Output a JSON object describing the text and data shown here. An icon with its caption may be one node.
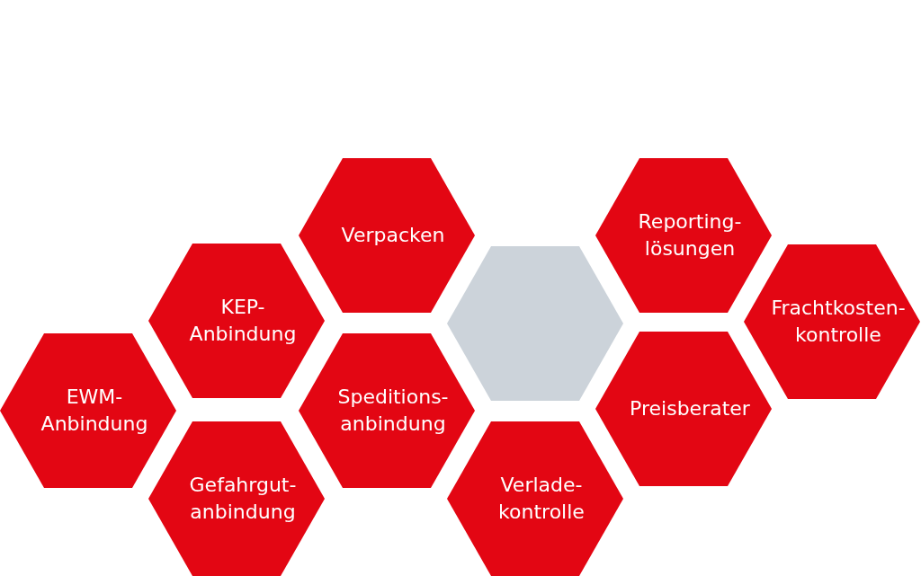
{
  "diagram": {
    "nodes": [
      {
        "text": [
          "EWM- Anbindung"
        ]
      },
      {
        "text": [
          "KEP- Anbindung"
        ]
      },
      {
        "text": [
          "Gefahrgut- anbindung"
        ]
      },
      {
        "text": [
          "Verpacken"
        ]
      },
      {
        "text": [
          "Speditions- anbindung"
        ]
      },
      {
        "text": [],
        "shape": "hexagon"
      },
      {
        "text": [
          "Verlade- kontrolle"
        ]
      },
      {
        "text": [
          "Reporting- lösungen"
        ]
      },
      {
        "text": [
          "Preisberater"
        ]
      },
      {
        "text": [
          "Frachtkosten- kontrolle"
        ]
      }
    ]
  }
}
